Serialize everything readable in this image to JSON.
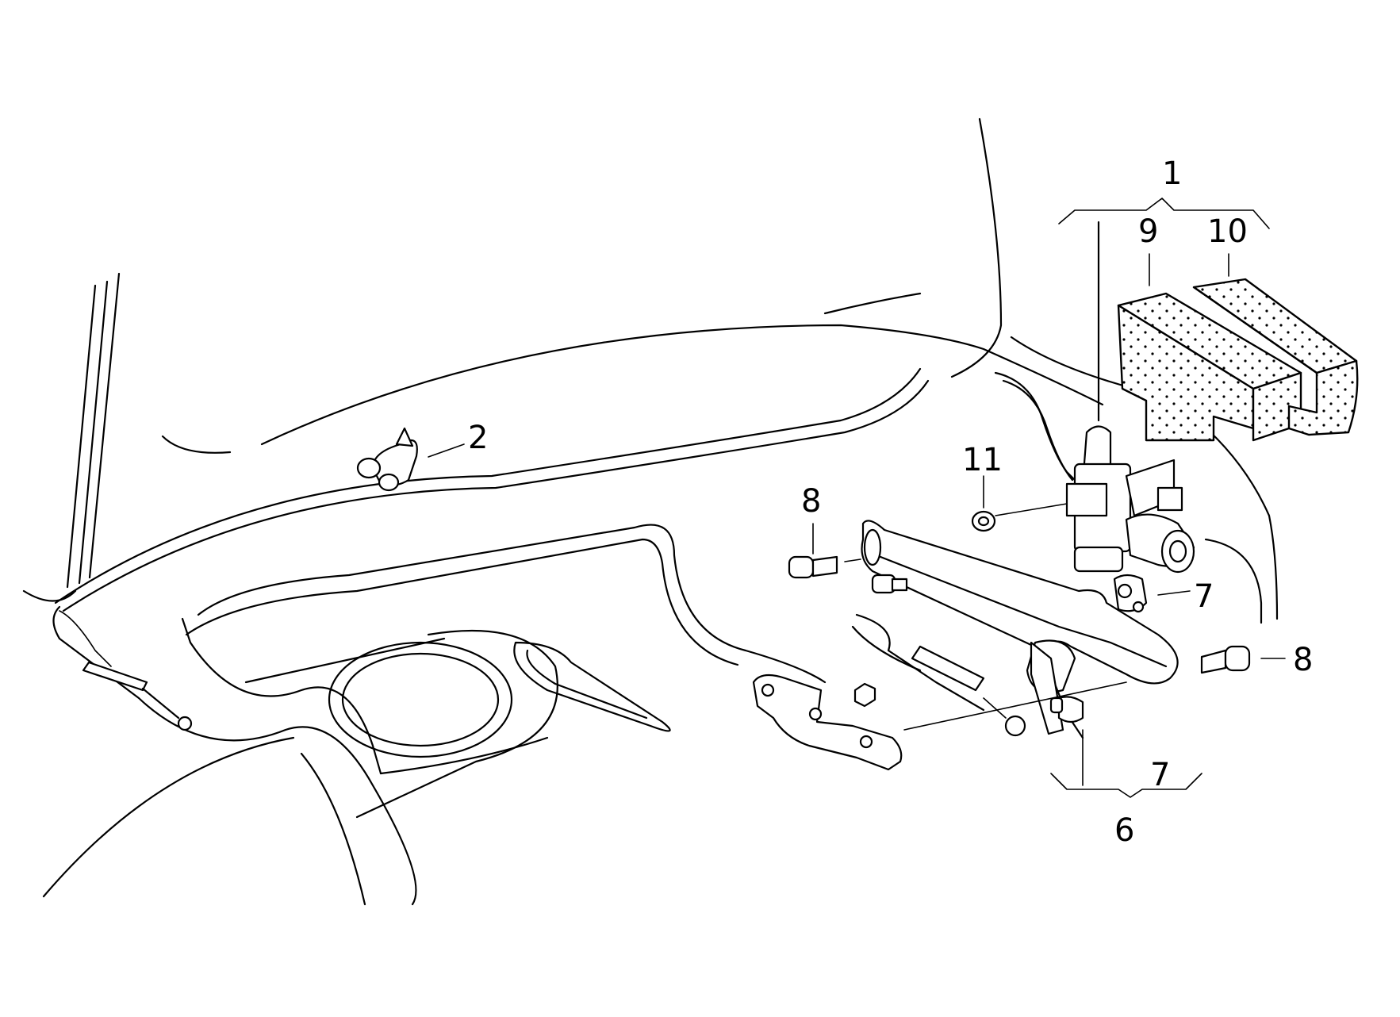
{
  "callouts": [
    {
      "label": "1"
    },
    {
      "label": "2"
    },
    {
      "label": "6"
    },
    {
      "label": "7"
    },
    {
      "label": "7"
    },
    {
      "label": "8"
    },
    {
      "label": "8"
    },
    {
      "label": "9"
    },
    {
      "label": "10"
    },
    {
      "label": "11"
    }
  ],
  "colors": {
    "line": "#000000",
    "background": "#ffffff"
  }
}
